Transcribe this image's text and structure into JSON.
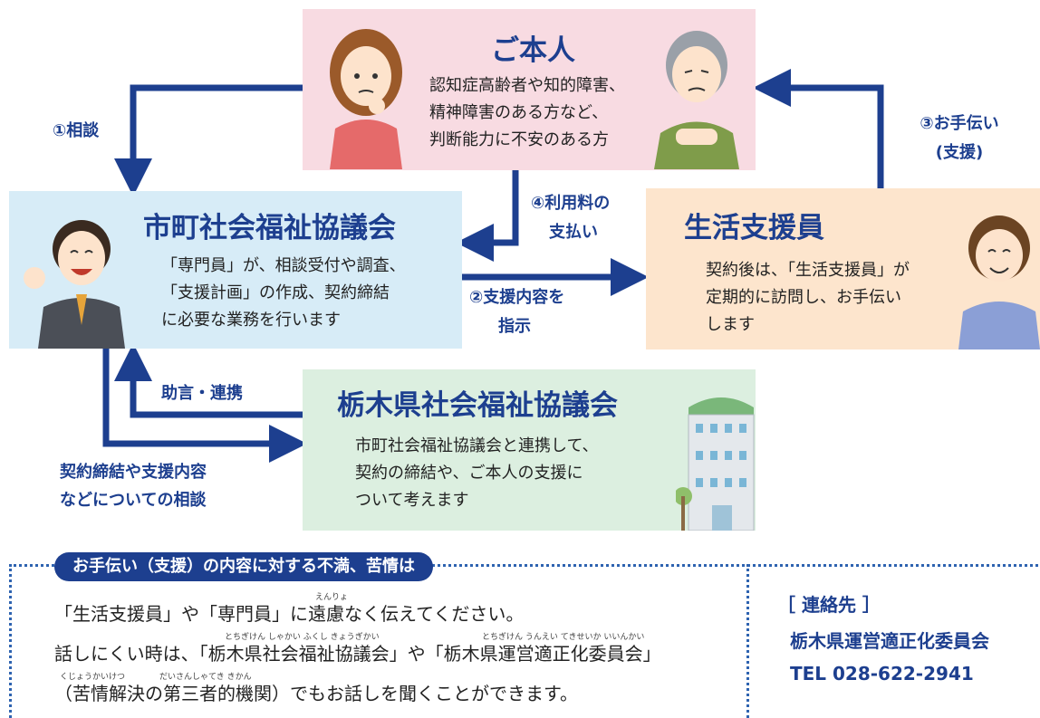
{
  "honnin": {
    "title": "ご本人",
    "lines": [
      "認知症高齢者や知的障害、",
      "精神障害のある方など、",
      "判断能力に不安のある方"
    ]
  },
  "shakyo": {
    "title": "市町社会福祉協議会",
    "lines": [
      "「専門員」が、相談受付や調査、",
      "「支援計画」の作成、契約締結",
      "に必要な業務を行います"
    ]
  },
  "shien": {
    "title": "生活支援員",
    "lines": [
      "契約後は、「生活支援員」が",
      "定期的に訪問し、お手伝い",
      "します"
    ]
  },
  "tochigi": {
    "title": "栃木県社会福祉協議会",
    "lines": [
      "市町社会福祉協議会と連携して、",
      "契約の締結や、ご本人の支援に",
      "ついて考えます"
    ]
  },
  "flows": {
    "soudan": "①相談",
    "shiji_1": "②支援内容を",
    "shiji_2": "指示",
    "otetsudai_1": "③お手伝い",
    "otetsudai_2": "(支援)",
    "riyou_1": "④利用料の",
    "riyou_2": "支払い",
    "jogen": "助言・連携",
    "keiyaku_1": "契約締結や支援内容",
    "keiyaku_2": "などについての相談"
  },
  "complaint": {
    "heading": "お手伝い（支援）の内容に対する不満、苦情は",
    "line1": "「生活支援員」や「専門員」に遠慮なく伝えてください。",
    "line2": "話しにくい時は、「栃木県社会福祉協議会」や「栃木県運営適正化委員会」",
    "line3": "（苦情解決の第三者的機関）でもお話しを聞くことができます。",
    "ruby_enryo": "えんりょ",
    "ruby_tochigi": "とちぎけん しゃかい ふくし きょうぎかい",
    "ruby_unei": "とちぎけん うんえい てきせいか いいんかい",
    "ruby_kujo": "くじょうかいけつ",
    "ruby_daisansha": "だいさんしゃてき きかん"
  },
  "contact": {
    "label": "［ 連絡先 ］",
    "org": "栃木県運営適正化委員会",
    "tel": "TEL 028-622-2941"
  },
  "colors": {
    "arrow": "#1d3f8f",
    "pink": "#f8dbe2",
    "blue": "#d7ecf7",
    "orange": "#fde5cd",
    "green": "#dcefe0"
  }
}
